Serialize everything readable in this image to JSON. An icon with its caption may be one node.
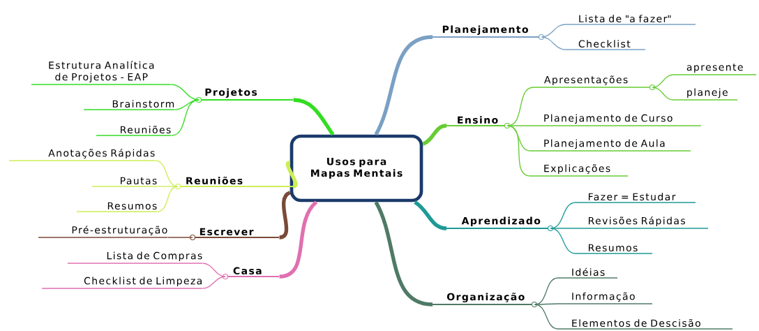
{
  "diagram": {
    "nodes": [
      {
        "text": [
          "Usos para Mapas Mentais"
        ]
      },
      {
        "text": [
          "Planejamento"
        ]
      },
      {
        "text": [
          "Lista de \"a fazer\""
        ]
      },
      {
        "text": [
          "Checklist"
        ]
      },
      {
        "text": [
          "Ensino"
        ]
      },
      {
        "text": [
          "Apresentações"
        ]
      },
      {
        "text": [
          "apresente"
        ]
      },
      {
        "text": [
          "planeje"
        ]
      },
      {
        "text": [
          "Planejamento de Curso"
        ]
      },
      {
        "text": [
          "Planejamento de Aula"
        ]
      },
      {
        "text": [
          "Explicações"
        ]
      },
      {
        "text": [
          "Aprendizado"
        ]
      },
      {
        "text": [
          "Fazer = Estudar"
        ]
      },
      {
        "text": [
          "Revisões Rápidas"
        ]
      },
      {
        "text": [
          "Resumos"
        ]
      },
      {
        "text": [
          "Organização"
        ]
      },
      {
        "text": [
          "Idéias"
        ]
      },
      {
        "text": [
          "Informação"
        ]
      },
      {
        "text": [
          "Elementos de Descisão"
        ]
      },
      {
        "text": [
          "Projetos"
        ]
      },
      {
        "text": [
          "Estrutura Analítica de Projetos - EAP"
        ]
      },
      {
        "text": [
          "Brainstorm"
        ]
      },
      {
        "text": [
          "Reuniões"
        ]
      },
      {
        "text": [
          "Reuniões"
        ]
      },
      {
        "text": [
          "Anotações Rápidas"
        ]
      },
      {
        "text": [
          "Pautas"
        ]
      },
      {
        "text": [
          "Resumos"
        ]
      },
      {
        "text": [
          "Escrever"
        ]
      },
      {
        "text": [
          "Pré-estruturação"
        ]
      },
      {
        "text": [
          "Casa"
        ]
      },
      {
        "text": [
          "Lista de Compras"
        ]
      },
      {
        "text": [
          "Checklist de Limpeza"
        ]
      }
    ],
    "edges": [
      {
        "from": 0,
        "to": 1,
        "arrow": "none",
        "style": "thick",
        "color": "#7aa0c4"
      },
      {
        "from": 0,
        "to": 4,
        "arrow": "none",
        "style": "thick",
        "color": "#66cc33"
      },
      {
        "from": 0,
        "to": 11,
        "arrow": "none",
        "style": "thick",
        "color": "#1e9a96"
      },
      {
        "from": 0,
        "to": 15,
        "arrow": "none",
        "style": "thick",
        "color": "#4f7a66"
      },
      {
        "from": 0,
        "to": 19,
        "arrow": "none",
        "style": "thick",
        "color": "#33dd22"
      },
      {
        "from": 0,
        "to": 23,
        "arrow": "none",
        "style": "thick",
        "color": "#ccee55"
      },
      {
        "from": 0,
        "to": 27,
        "arrow": "none",
        "style": "thick",
        "color": "#7a4a38"
      },
      {
        "from": 0,
        "to": 29,
        "arrow": "none",
        "style": "thick",
        "color": "#e070b0"
      },
      {
        "from": 1,
        "to": 2,
        "arrow": "none",
        "color": "#7aa0c4"
      },
      {
        "from": 1,
        "to": 3,
        "arrow": "none",
        "color": "#7aa0c4"
      },
      {
        "from": 4,
        "to": 5,
        "arrow": "none",
        "color": "#66cc33"
      },
      {
        "from": 5,
        "to": 6,
        "arrow": "none",
        "color": "#66cc33"
      },
      {
        "from": 5,
        "to": 7,
        "arrow": "none",
        "color": "#66cc33"
      },
      {
        "from": 4,
        "to": 8,
        "arrow": "none",
        "color": "#66cc33"
      },
      {
        "from": 4,
        "to": 9,
        "arrow": "none",
        "color": "#66cc33"
      },
      {
        "from": 4,
        "to": 10,
        "arrow": "none",
        "color": "#66cc33"
      },
      {
        "from": 11,
        "to": 12,
        "arrow": "none",
        "color": "#1e9a96"
      },
      {
        "from": 11,
        "to": 13,
        "arrow": "none",
        "color": "#1e9a96"
      },
      {
        "from": 11,
        "to": 14,
        "arrow": "none",
        "color": "#1e9a96"
      },
      {
        "from": 15,
        "to": 16,
        "arrow": "none",
        "color": "#4f7a66"
      },
      {
        "from": 15,
        "to": 17,
        "arrow": "none",
        "color": "#4f7a66"
      },
      {
        "from": 15,
        "to": 18,
        "arrow": "none",
        "color": "#4f7a66"
      },
      {
        "from": 19,
        "to": 20,
        "arrow": "none",
        "color": "#33dd22"
      },
      {
        "from": 19,
        "to": 21,
        "arrow": "none",
        "color": "#33dd22"
      },
      {
        "from": 19,
        "to": 22,
        "arrow": "none",
        "color": "#33dd22"
      },
      {
        "from": 23,
        "to": 24,
        "arrow": "none",
        "color": "#ccee55"
      },
      {
        "from": 23,
        "to": 25,
        "arrow": "none",
        "color": "#ccee55"
      },
      {
        "from": 23,
        "to": 26,
        "arrow": "none",
        "color": "#ccee55"
      },
      {
        "from": 27,
        "to": 28,
        "arrow": "none",
        "color": "#7a4a38"
      },
      {
        "from": 29,
        "to": 30,
        "arrow": "none",
        "color": "#e070b0"
      },
      {
        "from": 29,
        "to": 31,
        "arrow": "none",
        "color": "#e070b0"
      }
    ]
  }
}
